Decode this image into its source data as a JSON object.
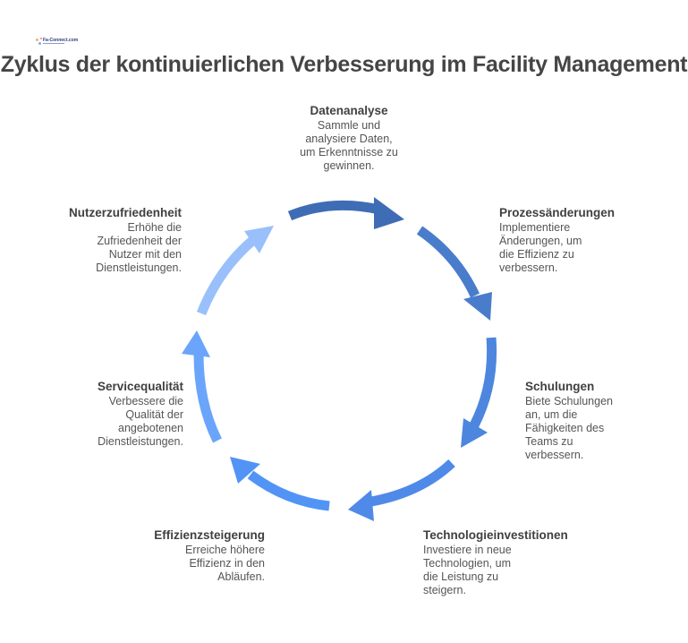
{
  "logo": {
    "text": "Fa-Connect.com",
    "label": "logo"
  },
  "title": "Zyklus der kontinuierlichen Verbesserung im Facility Management",
  "steps": [
    {
      "title": "Datenanalyse",
      "lines": [
        "Sammle und",
        "analysiere Daten,",
        "um Erkenntnisse zu",
        "gewinnen."
      ]
    },
    {
      "title": "Prozessänderungen",
      "lines": [
        "Implementiere",
        "Änderungen, um",
        "die Effizienz zu",
        "verbessern."
      ]
    },
    {
      "title": "Schulungen",
      "lines": [
        "Biete Schulungen",
        "an, um die",
        "Fähigkeiten des",
        "Teams zu",
        "verbessern."
      ]
    },
    {
      "title": "Technologieinvestitionen",
      "lines": [
        "Investiere in neue",
        "Technologien, um",
        "die Leistung zu",
        "steigern."
      ]
    },
    {
      "title": "Effizienzsteigerung",
      "lines": [
        "Erreiche höhere",
        "Effizienz in den",
        "Abläufen."
      ]
    },
    {
      "title": "Servicequalität",
      "lines": [
        "Verbessere die",
        "Qualität der",
        "angebotenen",
        "Dienstleistungen."
      ]
    },
    {
      "title": "Nutzerzufriedenheit",
      "lines": [
        "Erhöhe die",
        "Zufriedenheit der",
        "Nutzer mit den",
        "Dienstleistungen."
      ]
    }
  ],
  "colors": {
    "arrow_1": "#3f6db5",
    "arrow_2": "#4a7ccc",
    "arrow_3": "#4d86de",
    "arrow_4": "#4f8ae8",
    "arrow_5": "#5294f5",
    "arrow_6": "#6aa5fb",
    "arrow_7": "#99c0fb",
    "title": "#454545",
    "text": "#555555"
  }
}
